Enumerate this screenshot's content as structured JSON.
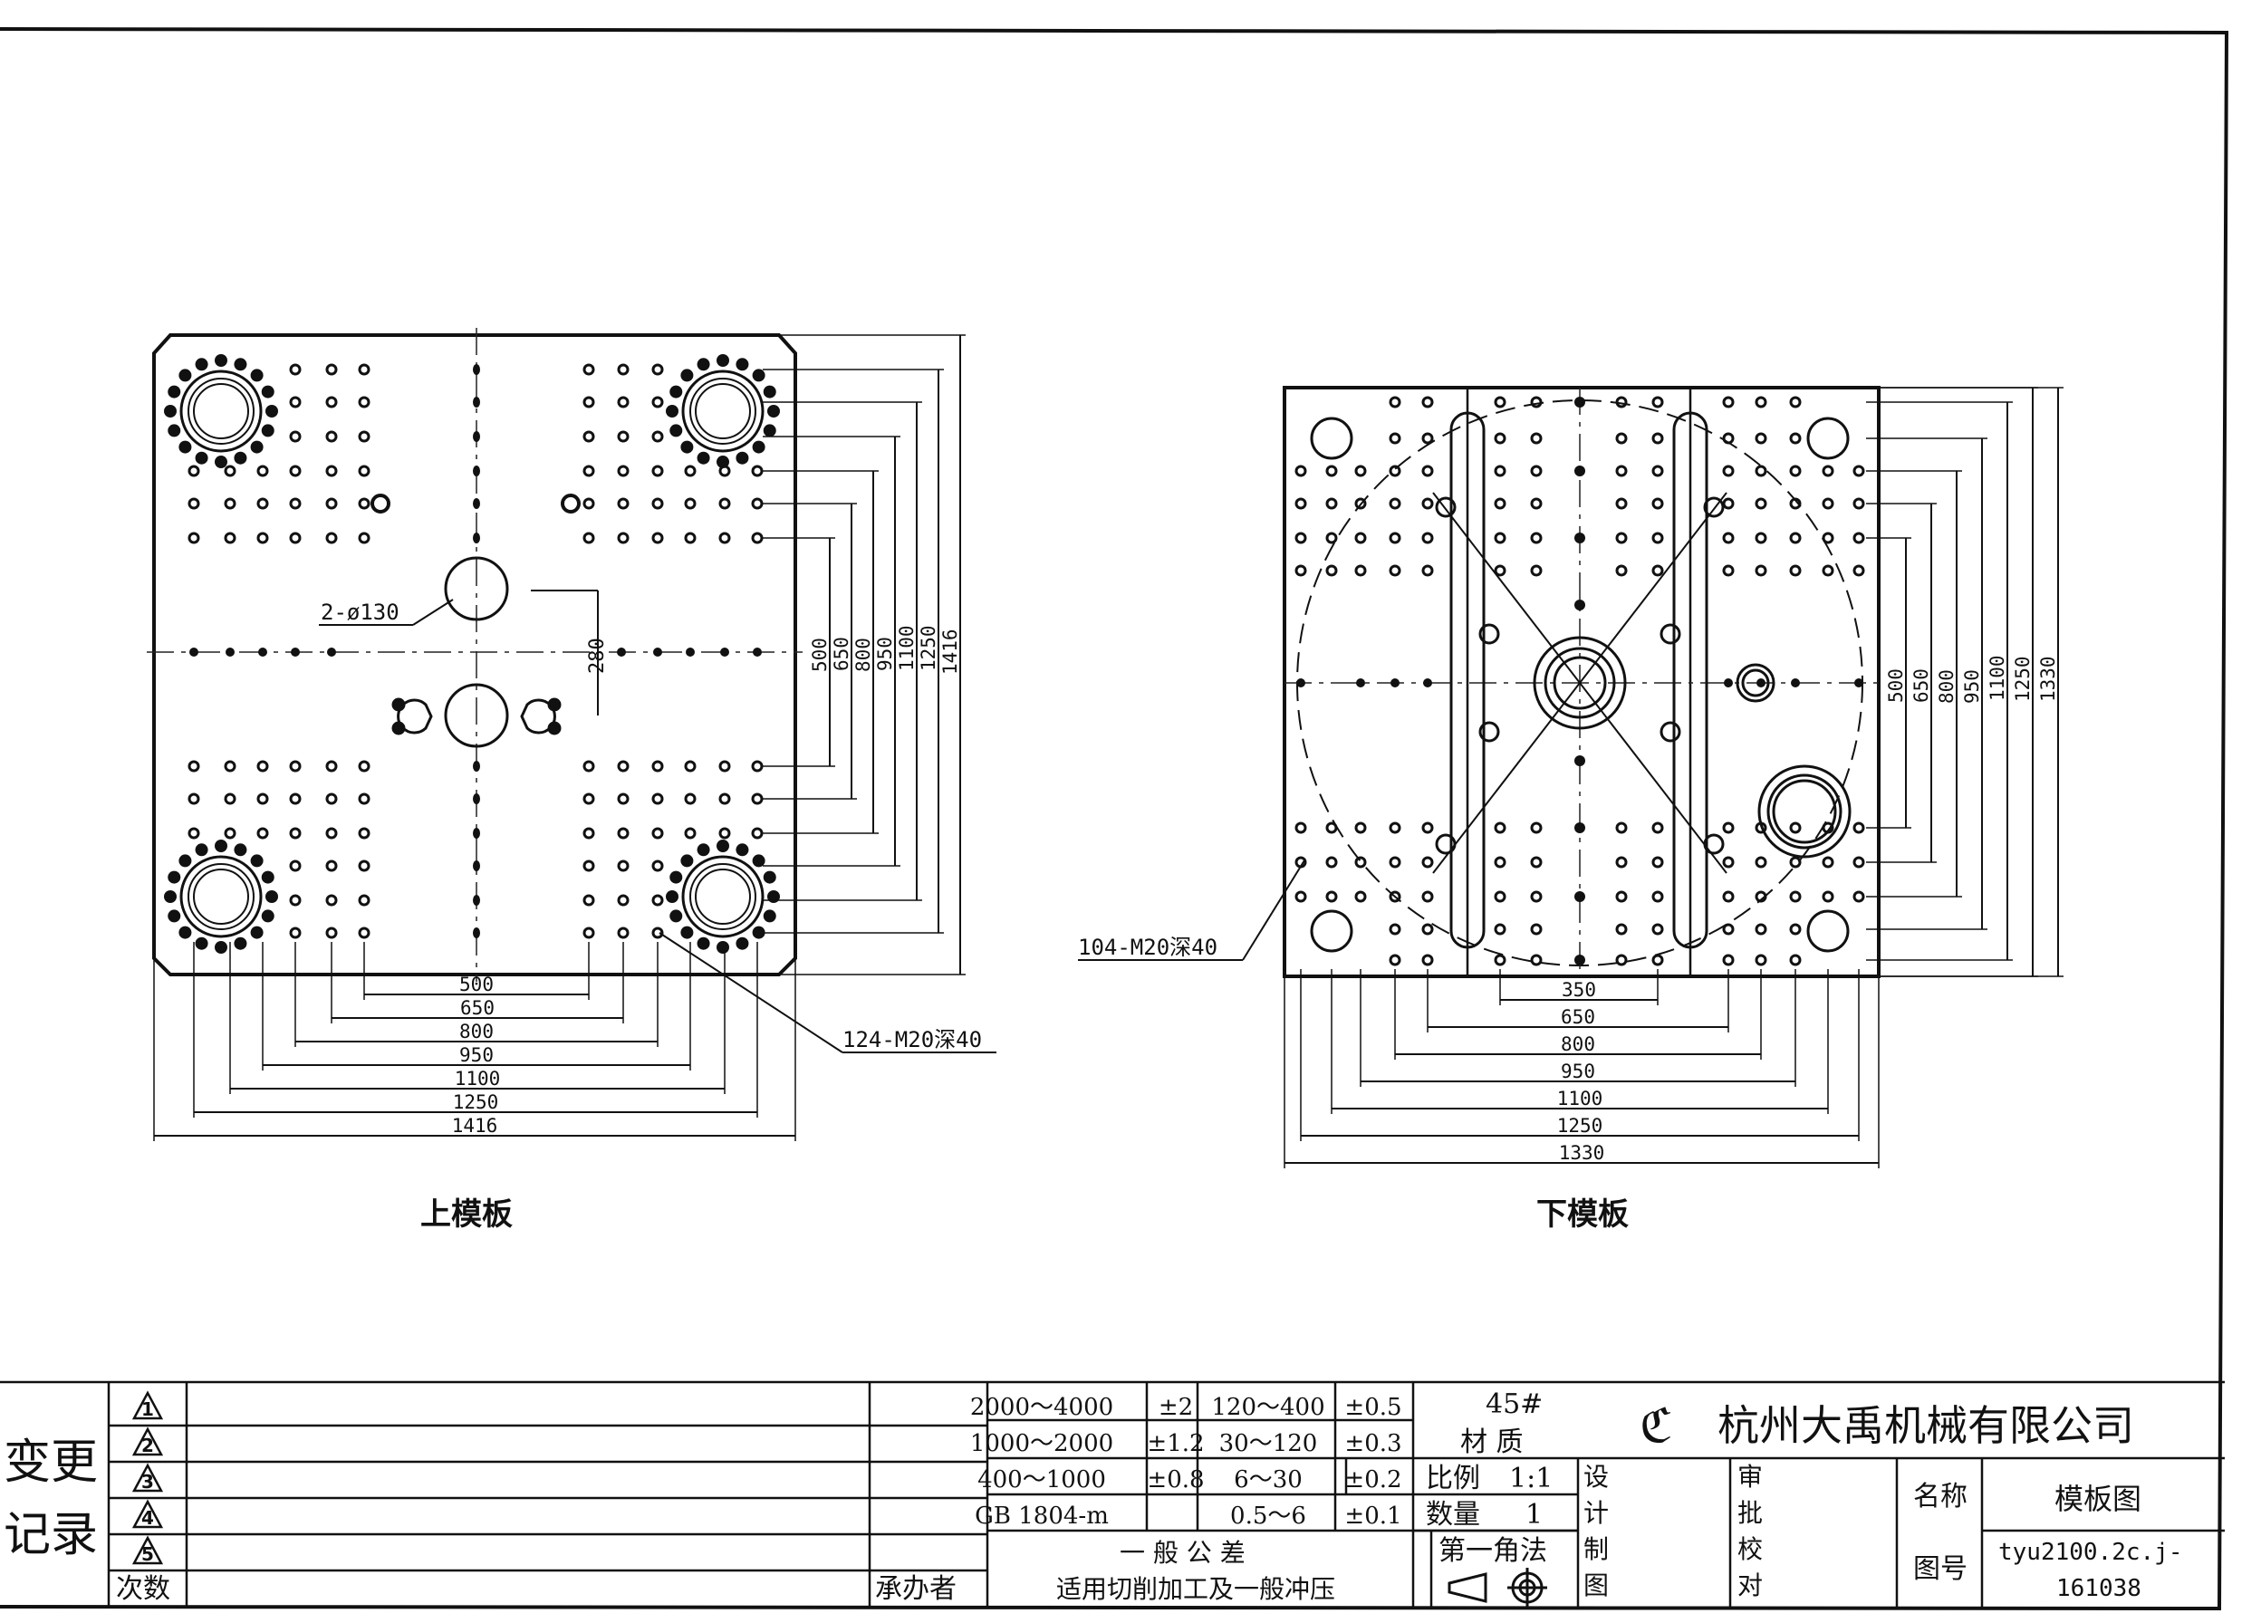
{
  "upper_plate": {
    "title": "上模板",
    "tie_bar_hole_label": "2-ø130",
    "tie_bar_spacing": "280",
    "screw_hole_label": "124-M20深40",
    "horizontal_dims": [
      "500",
      "650",
      "800",
      "950",
      "1100",
      "1250",
      "1416"
    ],
    "vertical_dims": [
      "500",
      "650",
      "800",
      "950",
      "1100",
      "1250",
      "1416"
    ]
  },
  "lower_plate": {
    "title": "下模板",
    "screw_hole_label": "104-M20深40",
    "horizontal_dims": [
      "350",
      "650",
      "800",
      "950",
      "1100",
      "1250",
      "1330"
    ],
    "vertical_dims": [
      "500",
      "650",
      "800",
      "950",
      "1100",
      "1250",
      "1330"
    ]
  },
  "title_block": {
    "change_record_label": "变更记录",
    "revision_marks": [
      "1",
      "2",
      "3",
      "4",
      "5"
    ],
    "count_label": "次数",
    "handler_label": "承办者",
    "tolerance_rows": [
      [
        "2000～4000",
        "±2",
        "120～400",
        "±0.5"
      ],
      [
        "1000～2000",
        "±1.2",
        "30～120",
        "±0.3"
      ],
      [
        "400～1000",
        "±0.8",
        "6～30",
        "±0.2"
      ],
      [
        "GB 1804-m",
        "",
        "0.5～6",
        "±0.1"
      ]
    ],
    "general_tolerance": "一 般 公 差",
    "tolerance_scope": "适用切削加工及一般冲压",
    "material_value": "45#",
    "material_label": "材 质",
    "scale_label": "比例",
    "scale_value": "1:1",
    "quantity_label": "数量",
    "quantity_value": "1",
    "projection_label": "第一角法",
    "company": "杭州大禹机械有限公司",
    "design_label": [
      "设",
      "计"
    ],
    "drawn_label": [
      "制",
      "图"
    ],
    "approve_label": [
      "审",
      "批"
    ],
    "check_label": [
      "校",
      "对"
    ],
    "name_label": "名称",
    "name_value": "模板图",
    "drawing_no_label": "图号",
    "drawing_no_value": [
      "tyu2100.2c.j-",
      "161038"
    ]
  }
}
